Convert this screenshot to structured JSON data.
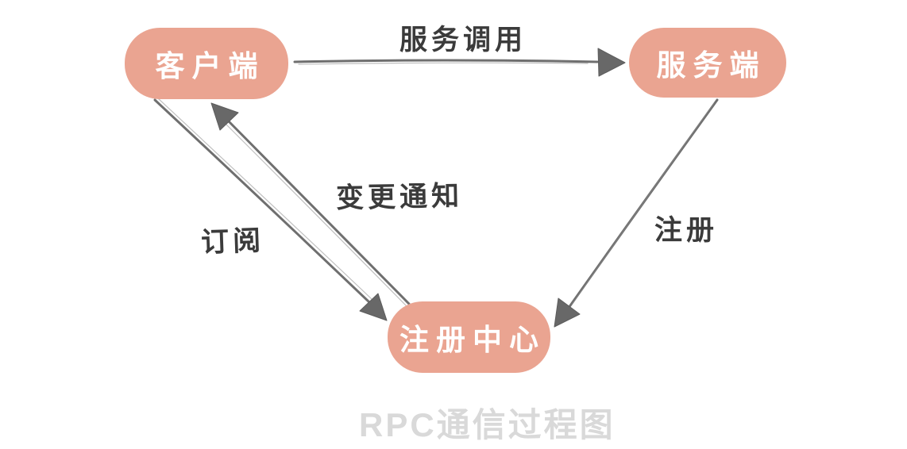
{
  "diagram": {
    "title": "RPC通信过程图",
    "nodes": [
      {
        "id": "client",
        "label": "客户端"
      },
      {
        "id": "server",
        "label": "服务端"
      },
      {
        "id": "registry",
        "label": "注册中心"
      }
    ],
    "edges": [
      {
        "id": "service-call",
        "label": "服务调用",
        "from": "client",
        "to": "server"
      },
      {
        "id": "register",
        "label": "注册",
        "from": "server",
        "to": "registry"
      },
      {
        "id": "subscribe",
        "label": "订阅",
        "from": "client",
        "to": "registry"
      },
      {
        "id": "change-notify",
        "label": "变更通知",
        "from": "registry",
        "to": "client"
      }
    ],
    "colors": {
      "background": "#FFFFFF",
      "node_fill": "#EAA491",
      "node_text": "#FFFFFF",
      "arrow_stroke": "#6F6F6F",
      "arrowhead_fill": "#686868",
      "edge_label_text": "#3B3B3B",
      "title_text": "#D9D9D9"
    }
  }
}
